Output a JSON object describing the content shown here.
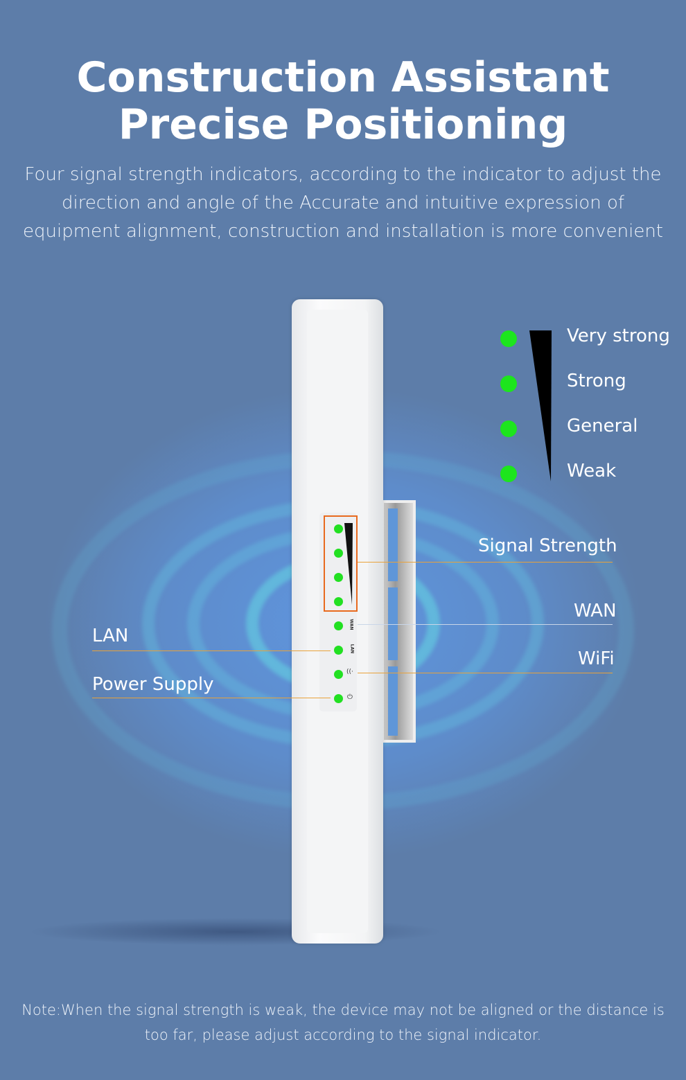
{
  "title": {
    "line1": "Construction Assistant",
    "line2": "Precise Positioning"
  },
  "subtitle": "Four signal strength indicators, according to the indicator to adjust the direction and angle of the Accurate and intuitive expression of equipment alignment, construction and installation is more convenient",
  "legend": [
    {
      "label": "Very strong"
    },
    {
      "label": "Strong"
    },
    {
      "label": "General"
    },
    {
      "label": "Weak"
    }
  ],
  "callouts": {
    "signal": "Signal Strength",
    "wan": "WAN",
    "wifi": "WiFi",
    "lan": "LAN",
    "power": "Power Supply"
  },
  "device_labels": {
    "wan": "WAN",
    "lan": "LAN"
  },
  "colors": {
    "led": "#22e022",
    "highlight": "#e86a1e",
    "line": "#e9a23a",
    "background": "#5d7da9"
  },
  "note": "Note:When the signal strength is weak, the device may not be aligned or the distance is too far, please adjust according to the signal indicator."
}
